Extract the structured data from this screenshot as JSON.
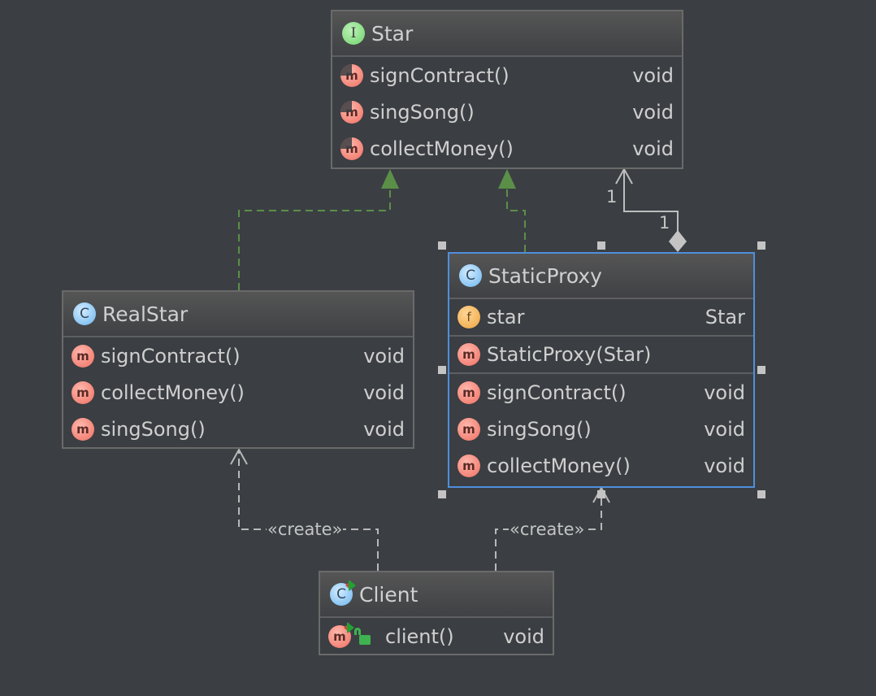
{
  "diagram": {
    "nodes": {
      "star": {
        "kind": "interface",
        "icon_letter": "I",
        "title": "Star",
        "methods": [
          {
            "name": "signContract()",
            "type": "void"
          },
          {
            "name": "singSong()",
            "type": "void"
          },
          {
            "name": "collectMoney()",
            "type": "void"
          }
        ]
      },
      "realstar": {
        "kind": "class",
        "icon_letter": "C",
        "title": "RealStar",
        "methods": [
          {
            "name": "signContract()",
            "type": "void"
          },
          {
            "name": "collectMoney()",
            "type": "void"
          },
          {
            "name": "singSong()",
            "type": "void"
          }
        ]
      },
      "staticproxy": {
        "kind": "class",
        "icon_letter": "C",
        "title": "StaticProxy",
        "selected": true,
        "fields": [
          {
            "name": "star",
            "type": "Star",
            "icon_letter": "f"
          }
        ],
        "constructors": [
          {
            "name": "StaticProxy(Star)",
            "type": ""
          }
        ],
        "methods": [
          {
            "name": "signContract()",
            "type": "void"
          },
          {
            "name": "singSong()",
            "type": "void"
          },
          {
            "name": "collectMoney()",
            "type": "void"
          }
        ]
      },
      "client": {
        "kind": "class-runnable",
        "icon_letter": "C",
        "title": "Client",
        "methods": [
          {
            "name": "client()",
            "type": "void"
          }
        ]
      }
    },
    "method_icon_letter": "m",
    "edges": {
      "realstar_implements_star": {
        "type": "realization",
        "color": "#5b8f48"
      },
      "staticproxy_implements_star": {
        "type": "realization",
        "color": "#5b8f48"
      },
      "staticproxy_aggregates_star": {
        "type": "aggregation",
        "source_multiplicity": "1",
        "target_multiplicity": "1"
      },
      "client_creates_realstar": {
        "type": "dependency",
        "stereotype": "«create»"
      },
      "client_creates_staticproxy": {
        "type": "dependency",
        "stereotype": "«create»"
      }
    }
  },
  "colors": {
    "background": "#3b3f43",
    "node_border": "#6a6a6a",
    "selection": "#4f8fdc",
    "realization": "#5b8f48",
    "dependency": "#b8b8b8"
  }
}
